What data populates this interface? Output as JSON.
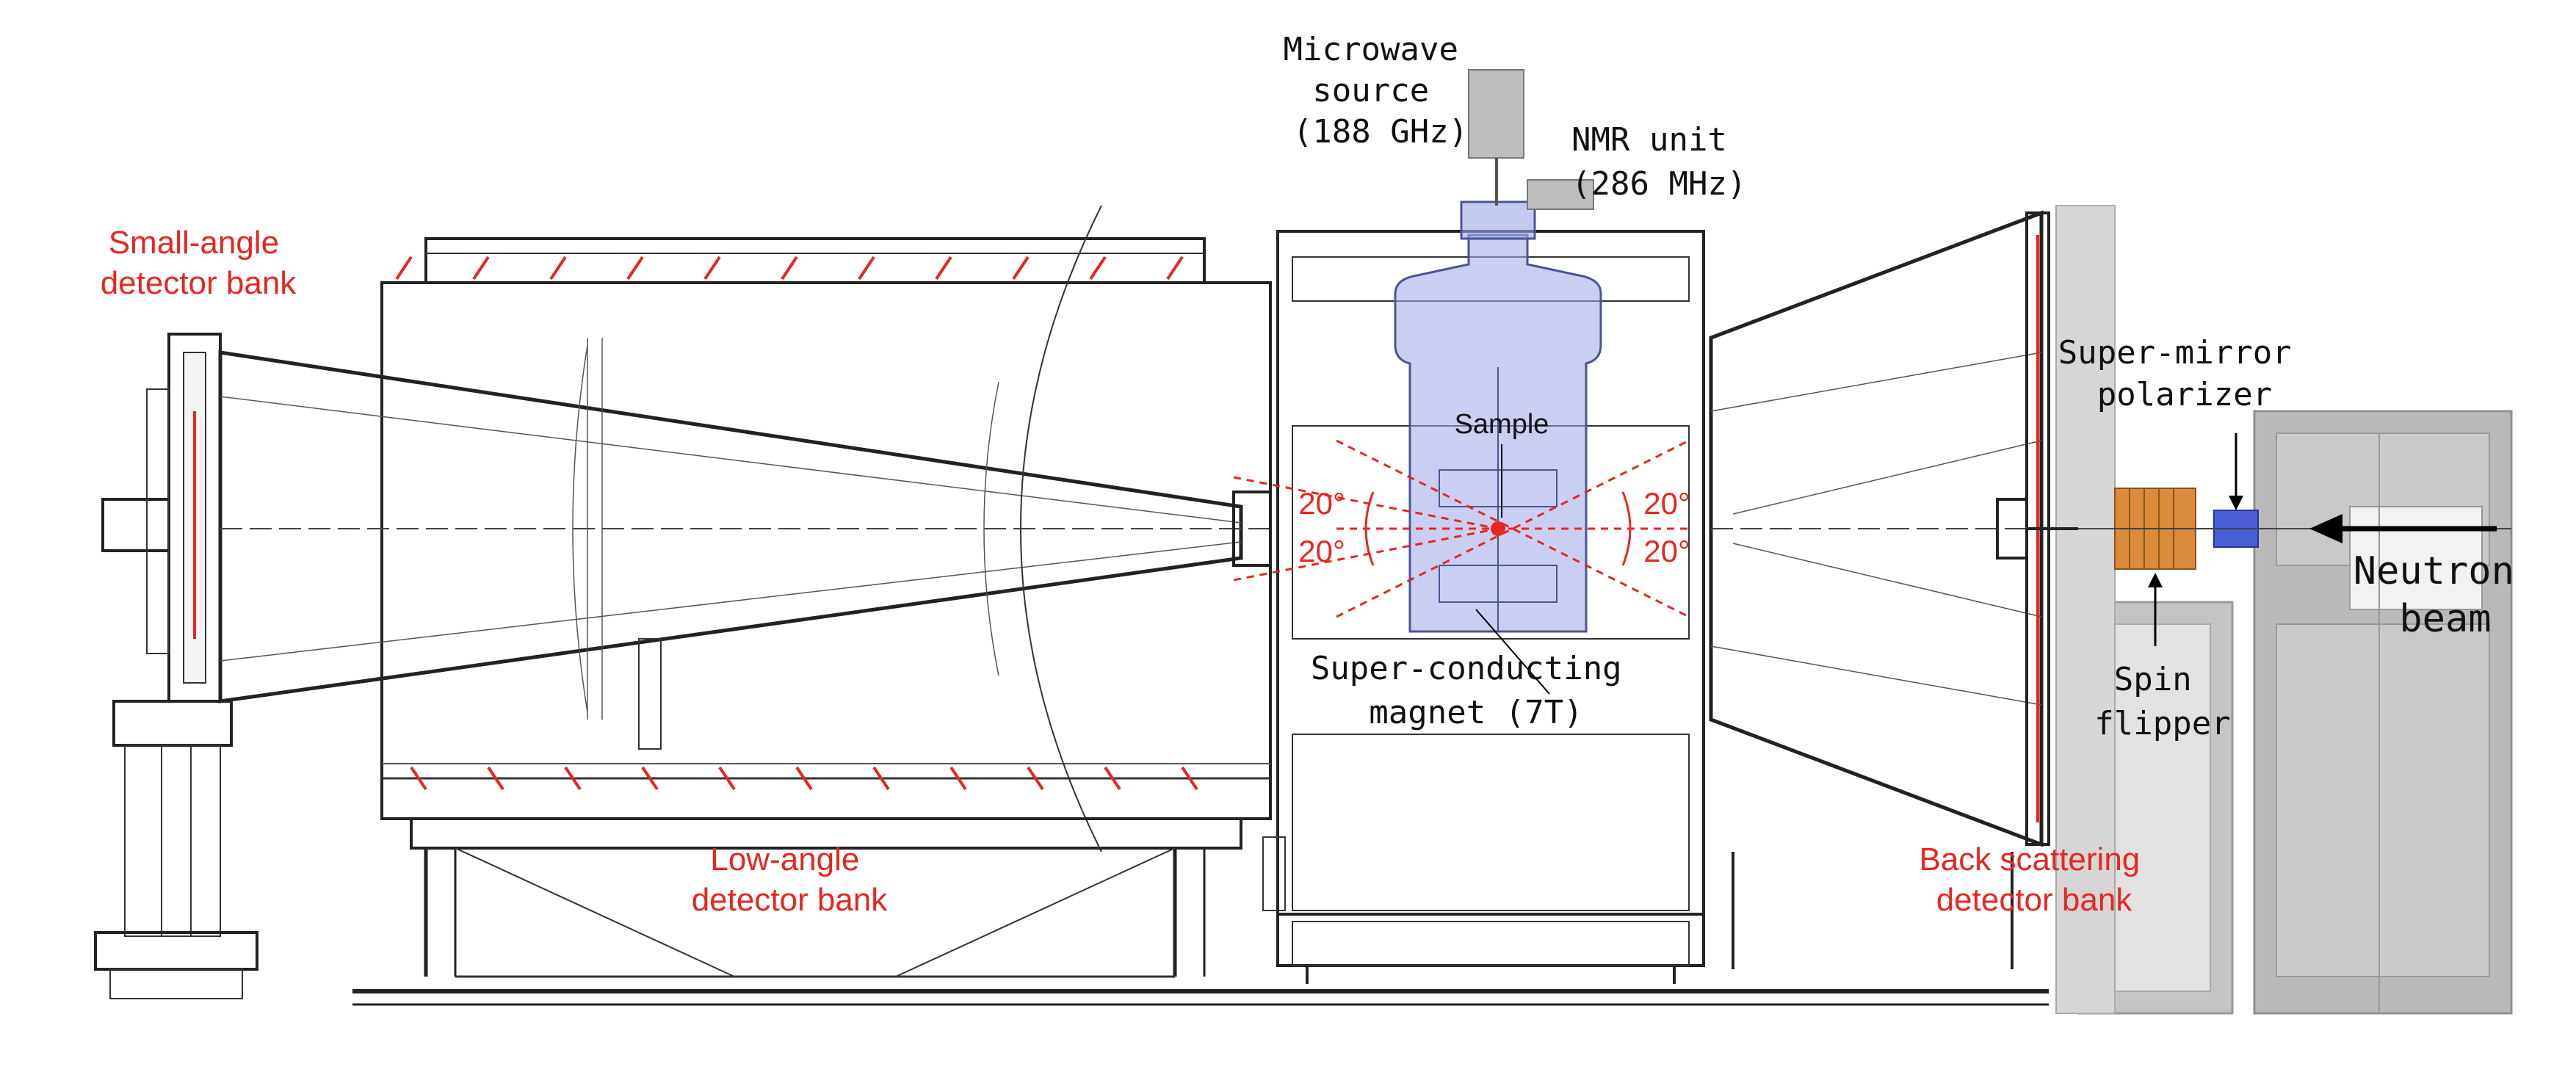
{
  "labels": {
    "small_angle_bank": [
      "Small-angle",
      "detector bank"
    ],
    "low_angle_bank": [
      "Low-angle",
      "detector bank"
    ],
    "back_scattering_bank": [
      "Back scattering",
      "detector bank"
    ],
    "microwave_source": [
      "Microwave",
      "source",
      "(188 GHz)"
    ],
    "nmr_unit": [
      "NMR unit",
      "(286 MHz)"
    ],
    "sample": "Sample",
    "magnet": [
      "Super-conducting",
      "magnet (7T)"
    ],
    "polarizer": [
      "Super-mirror",
      "polarizer"
    ],
    "spin_flipper": [
      "Spin",
      "flipper"
    ],
    "neutron_beam": [
      "Neutron",
      "beam"
    ],
    "angles": [
      "20°",
      "20°",
      "20°",
      "20°"
    ]
  },
  "colors": {
    "detector_red": "#e8261f",
    "cryostat_blue": "#9fa8e6",
    "shield_gray": "#b9b9b9",
    "spin_flipper_orange": "#d98a3a",
    "polarizer_blue": "#4a5fd6"
  }
}
